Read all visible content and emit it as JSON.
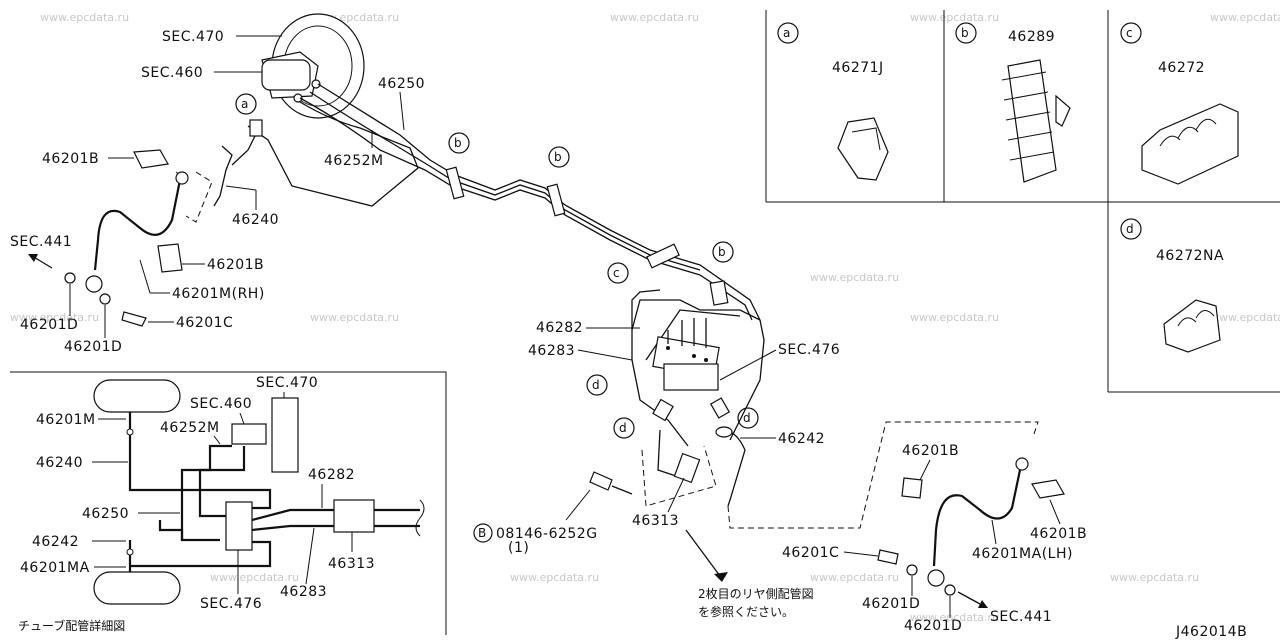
{
  "watermark": "www.epcdata.ru",
  "diagram_id": "J462014B",
  "inset_title": "チューブ配管詳細図",
  "callouts": {
    "sec470": "SEC.470",
    "sec460": "SEC.460",
    "p46250": "46250",
    "p46252M": "46252M",
    "p46240": "46240",
    "p46201B_1": "46201B",
    "sec441_l": "SEC.441",
    "p46201B_2": "46201B",
    "p46201M_RH": "46201M(RH)",
    "p46201C_l": "46201C",
    "p46201D_l1": "46201D",
    "p46201D_l2": "46201D",
    "p46282": "46282",
    "p46283": "46283",
    "sec476": "SEC.476",
    "p46242": "46242",
    "p46313": "46313",
    "bolt_code": "08146-6252G",
    "bolt_qty": "(1)",
    "bolt_marker": "B",
    "p46201B_r1": "46201B",
    "p46201B_r2": "46201B",
    "p46201MA_LH": "46201MA(LH)",
    "p46201C_r": "46201C",
    "p46201D_r1": "46201D",
    "p46201D_r2": "46201D",
    "sec441_r": "SEC.441",
    "note_line1": "2枚目のリヤ側配管図",
    "note_line2": "を参照ください。"
  },
  "clip_markers": {
    "a": "a",
    "b": "b",
    "c": "c",
    "d": "d"
  },
  "legend_boxes": [
    {
      "marker": "a",
      "part": "46271J"
    },
    {
      "marker": "b",
      "part": "46289"
    },
    {
      "marker": "c",
      "part": "46272"
    },
    {
      "marker": "d",
      "part": "46272NA"
    }
  ],
  "inset": {
    "p46201M": "46201M",
    "p46240": "46240",
    "p46250": "46250",
    "p46242": "46242",
    "p46201MA": "46201MA",
    "sec460": "SEC.460",
    "sec470": "SEC.470",
    "p46252M": "46252M",
    "p46282": "46282",
    "p46313": "46313",
    "p46283": "46283",
    "sec476": "SEC.476"
  }
}
